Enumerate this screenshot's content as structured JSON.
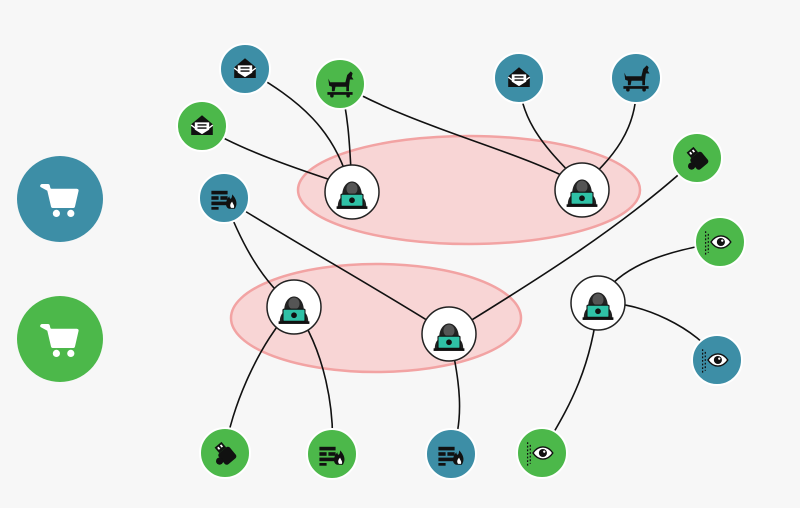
{
  "colors": {
    "blue": "#3d8ea6",
    "green": "#4cb84a",
    "cluster_fill": "#f8c9c9",
    "cluster_stroke": "#f2a3a3",
    "laptop_teal": "#2fc1a6",
    "background_panel": "#f7f7f7"
  },
  "legend": [
    {
      "icon": "shopping-cart-icon",
      "color": "blue"
    },
    {
      "icon": "shopping-cart-icon",
      "color": "green"
    }
  ],
  "clusters": 2,
  "hackers": [
    "hacker-a",
    "hacker-b",
    "hacker-c",
    "hacker-d",
    "hacker-e"
  ],
  "threat_nodes": [
    {
      "icon": "envelope-icon",
      "color": "blue"
    },
    {
      "icon": "trojan-horse-icon",
      "color": "green"
    },
    {
      "icon": "envelope-icon",
      "color": "blue"
    },
    {
      "icon": "trojan-horse-icon",
      "color": "blue"
    },
    {
      "icon": "envelope-icon",
      "color": "green"
    },
    {
      "icon": "firewall-fire-icon",
      "color": "blue"
    },
    {
      "icon": "usb-drive-icon",
      "color": "green"
    },
    {
      "icon": "eye-icon",
      "color": "green"
    },
    {
      "icon": "eye-icon",
      "color": "blue"
    },
    {
      "icon": "usb-drive-icon",
      "color": "green"
    },
    {
      "icon": "firewall-fire-icon",
      "color": "green"
    },
    {
      "icon": "firewall-fire-icon",
      "color": "blue"
    },
    {
      "icon": "eye-icon",
      "color": "green"
    }
  ]
}
